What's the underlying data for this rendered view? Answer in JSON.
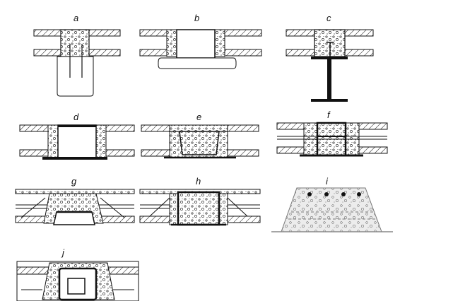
{
  "panels": [
    {
      "id": "a",
      "label": "a"
    },
    {
      "id": "b",
      "label": "b"
    },
    {
      "id": "c",
      "label": "c"
    },
    {
      "id": "d",
      "label": "d"
    },
    {
      "id": "e",
      "label": "e"
    },
    {
      "id": "f",
      "label": "f"
    },
    {
      "id": "g",
      "label": "g"
    },
    {
      "id": "h",
      "label": "h"
    },
    {
      "id": "i",
      "label": "i"
    },
    {
      "id": "j",
      "label": "j"
    }
  ],
  "colors": {
    "ink": "#111111",
    "concrete": "#ffffff",
    "grey_panel": "#e6e6e6"
  }
}
